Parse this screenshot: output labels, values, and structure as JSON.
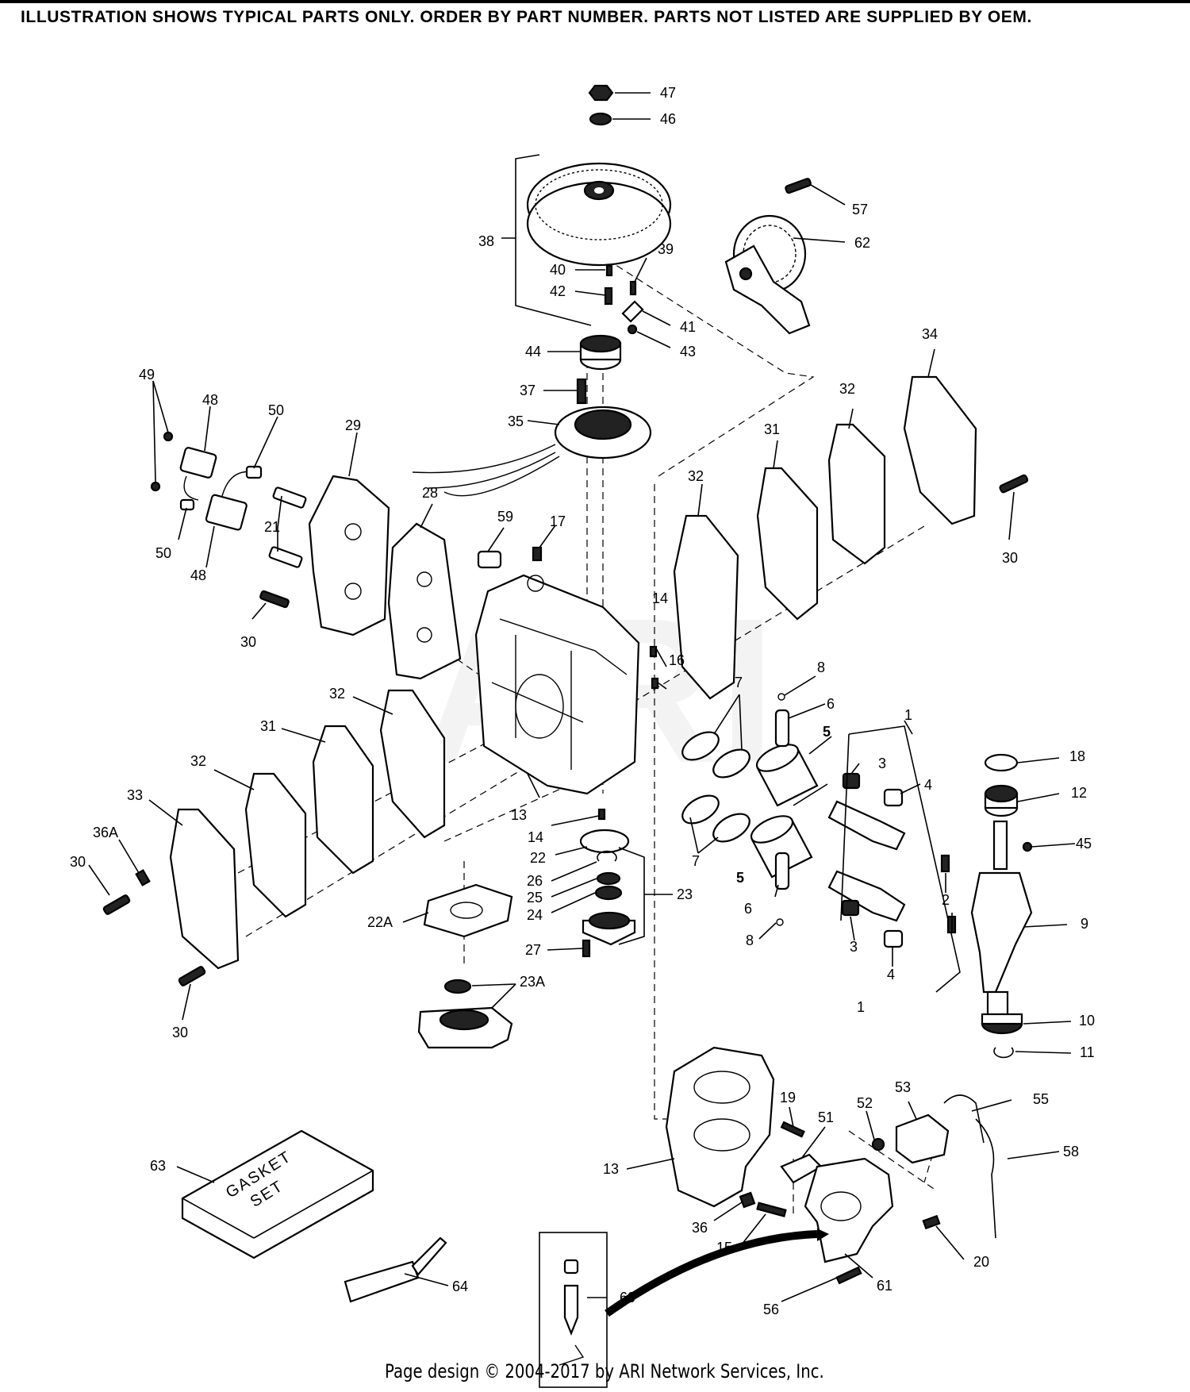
{
  "header": {
    "notice": "ILLUSTRATION SHOWS TYPICAL PARTS ONLY. ORDER BY PART NUMBER. PARTS NOT LISTED ARE SUPPLIED BY OEM."
  },
  "watermark": "ARI",
  "callouts": {
    "c47": "47",
    "c46": "46",
    "c57": "57",
    "c62": "62",
    "c38": "38",
    "c39": "39",
    "c40": "40",
    "c42": "42",
    "c41": "41",
    "c43": "43",
    "c44": "44",
    "c37": "37",
    "c35": "35",
    "c49": "49",
    "c48a": "48",
    "c48b": "48",
    "c50a": "50",
    "c50b": "50",
    "c29": "29",
    "c28": "28",
    "c21": "21",
    "c59": "59",
    "c17": "17",
    "c30a": "30",
    "c30b": "30",
    "c30c": "30",
    "c30d": "30",
    "c34": "34",
    "c32a": "32",
    "c32b": "32",
    "c32c": "32",
    "c32d": "32",
    "c31a": "31",
    "c31b": "31",
    "c14a": "14",
    "c14b": "14",
    "c16": "16",
    "c8a": "8",
    "c8b": "8",
    "c6a": "6",
    "c6b": "6",
    "c7a": "7",
    "c7b": "7",
    "c5a": "5",
    "c5b": "5",
    "c3a": "3",
    "c3b": "3",
    "c4a": "4",
    "c4b": "4",
    "c1a": "1",
    "c1b": "1",
    "c2": "2",
    "c18": "18",
    "c12": "12",
    "c45": "45",
    "c9": "9",
    "c10": "10",
    "c11": "11",
    "c33": "33",
    "c36A": "36A",
    "c13a": "13",
    "c13b": "13",
    "c22": "22",
    "c22A": "22A",
    "c26": "26",
    "c25": "25",
    "c24": "24",
    "c23": "23",
    "c23A": "23A",
    "c27": "27",
    "c19": "19",
    "c51": "51",
    "c52": "52",
    "c53": "53",
    "c55": "55",
    "c58": "58",
    "c36": "36",
    "c15": "15",
    "c20": "20",
    "c61": "61",
    "c56": "56",
    "c60": "60",
    "c63": "63",
    "c64": "64"
  },
  "gasket_set_label": "GASKET SET",
  "footer": "Page design © 2004-2017 by ARI Network Services, Inc."
}
